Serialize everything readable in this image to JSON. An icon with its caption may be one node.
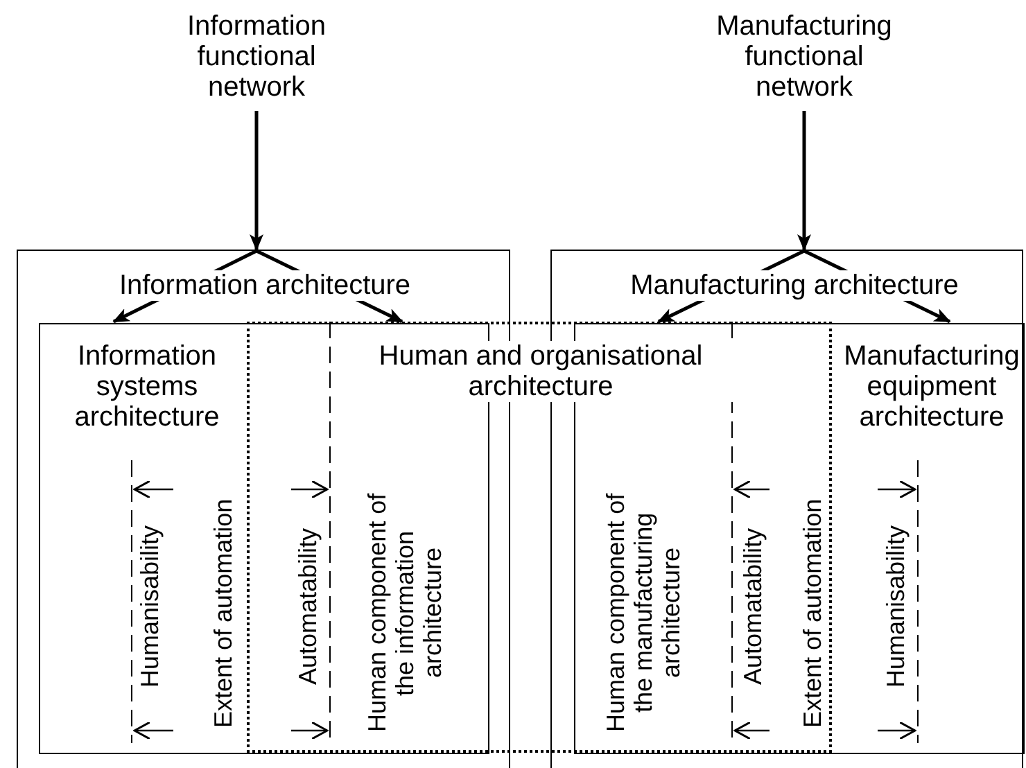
{
  "diagram": {
    "nodes": [
      {
        "text": [
          "Information functional network"
        ]
      },
      {
        "text": [
          "Manufacturing functional network"
        ]
      },
      {
        "text": [
          "Information architecture"
        ]
      },
      {
        "text": [
          "Information systems architecture"
        ],
        "in": 2
      },
      {
        "text": [
          "Human and organisational architecture"
        ]
      },
      {
        "text": [
          "Manufacturing architecture"
        ]
      },
      {
        "text": [
          "Manufacturing equipment architecture"
        ],
        "in": 5
      }
    ],
    "edges": [
      {
        "from": 0,
        "to": 2,
        "arrow": "to"
      },
      {
        "from": 2,
        "to": 3,
        "arrow": "to"
      },
      {
        "from": 2,
        "to": 4,
        "arrow": "to"
      },
      {
        "from": 1,
        "to": 5,
        "arrow": "to"
      },
      {
        "from": 5,
        "to": 4,
        "arrow": "to"
      },
      {
        "from": 5,
        "to": 6,
        "arrow": "to"
      }
    ],
    "labels": [
      "Humanisability",
      "Extent of automation",
      "Automatability",
      "Human component of the information architecture",
      "Human component of the manufacturing architecture",
      "Automatability",
      "Extent of automation",
      "Humanisability"
    ]
  }
}
